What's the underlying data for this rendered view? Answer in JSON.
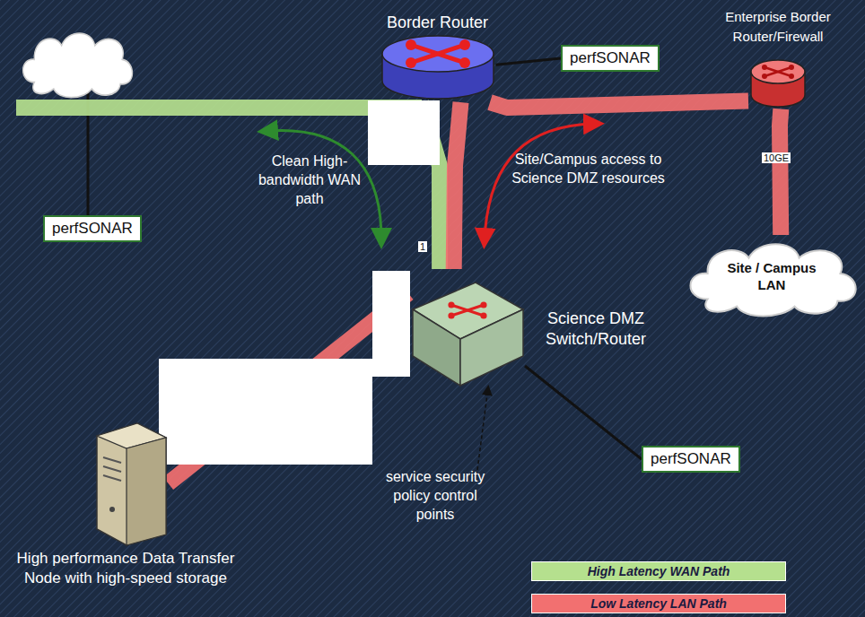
{
  "diagram": {
    "nodes": [
      {
        "text": [
          "Border Router"
        ]
      },
      {
        "text": [
          "perfSONAR"
        ]
      },
      {
        "text": [
          "Enterprise Border Router/Firewall"
        ]
      },
      {
        "text": [
          "perfSONAR"
        ]
      },
      {
        "text": [
          "Site / Campus LAN"
        ]
      },
      {
        "text": [
          "Science DMZ Switch/Router"
        ]
      },
      {
        "text": [
          "perfSONAR"
        ]
      },
      {
        "text": [
          "High performance Data Transfer Node with high-speed storage"
        ]
      }
    ],
    "edges": [
      {
        "from": 0,
        "to": 1,
        "arrow": "none"
      },
      {
        "from": 0,
        "to": 5,
        "arrow": "none"
      },
      {
        "from": 0,
        "to": 5,
        "arrow": "none"
      },
      {
        "from": 0,
        "to": 2,
        "arrow": "none"
      },
      {
        "from": 2,
        "to": 4,
        "arrow": "none"
      },
      {
        "from": 5,
        "to": 7,
        "arrow": "none"
      },
      {
        "from": 5,
        "to": 6,
        "arrow": "none"
      }
    ],
    "labels": [
      "Clean High-bandwidth WAN path",
      "Site/Campus access to Science DMZ resources",
      "1",
      "10GE",
      "service security policy control points"
    ],
    "legend": [
      {
        "text": "High Latency WAN Path",
        "color": "#b5e08e"
      },
      {
        "text": "Low Latency LAN Path",
        "color": "#f27070"
      }
    ]
  }
}
